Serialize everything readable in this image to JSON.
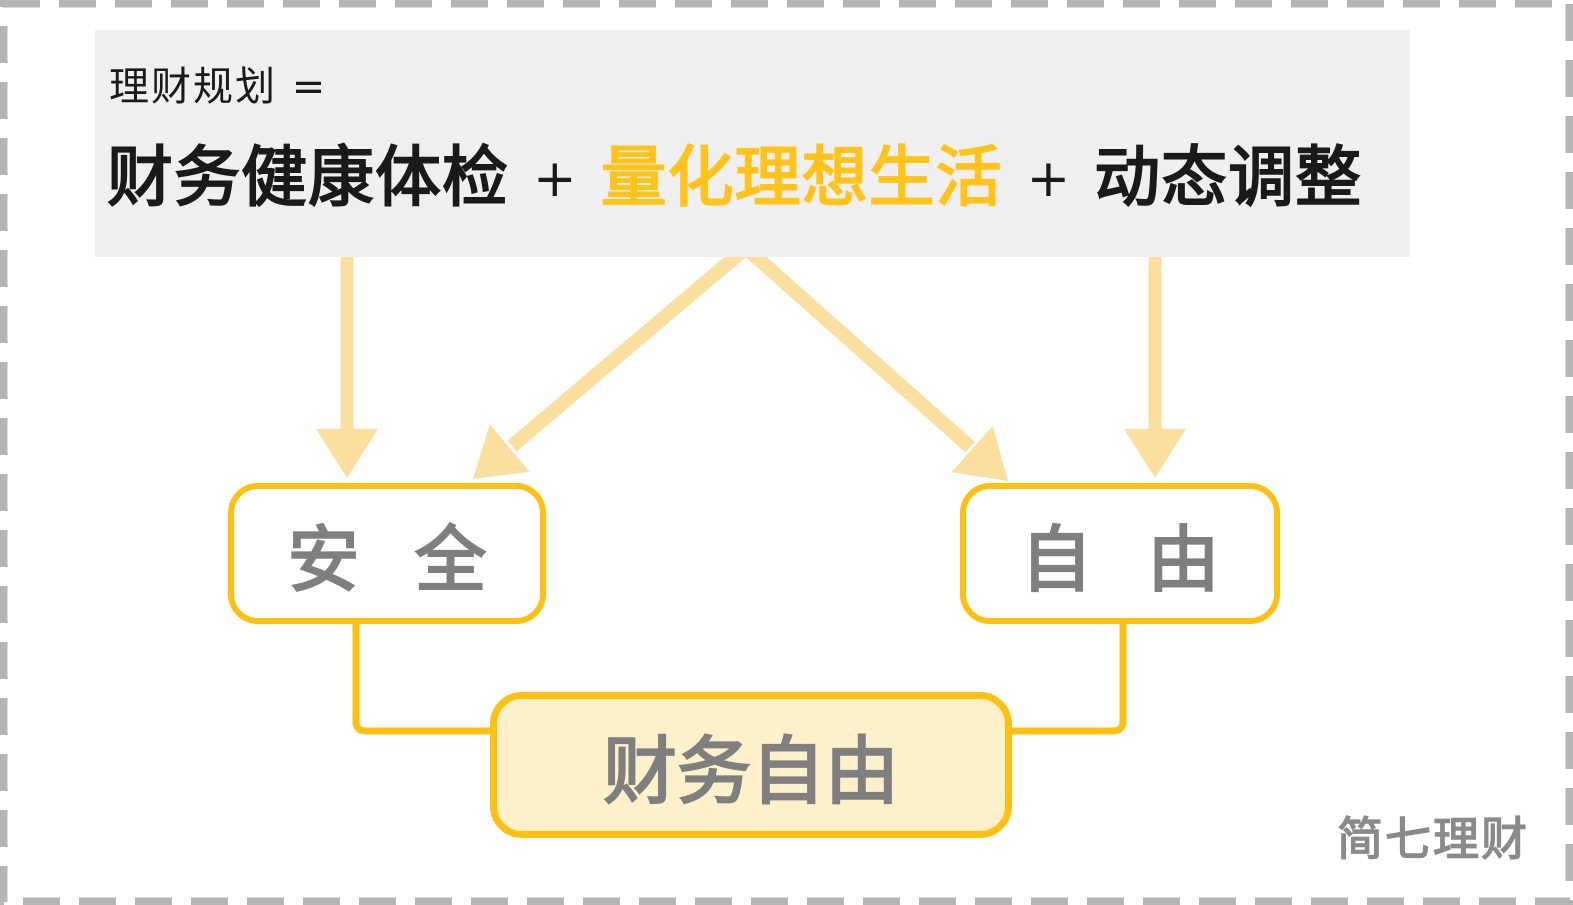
{
  "header": {
    "title_prefix": "理财规划 =",
    "equation": {
      "term1": "财务健康体检",
      "operator1": "+",
      "term2": "量化理想生活",
      "operator2": "+",
      "term3": "动态调整"
    }
  },
  "nodes": {
    "safety": {
      "label": "安 全"
    },
    "freedom": {
      "label": "自 由"
    },
    "financial_freedom": {
      "label": "财务自由"
    }
  },
  "edges": [
    {
      "from": "财务健康体检",
      "to": "安 全",
      "style": "straight-arrow"
    },
    {
      "from": "量化理想生活",
      "to": "安 全",
      "style": "diagonal-arrow"
    },
    {
      "from": "量化理想生活",
      "to": "自 由",
      "style": "diagonal-arrow"
    },
    {
      "from": "动态调整",
      "to": "自 由",
      "style": "straight-arrow"
    },
    {
      "from": "安 全",
      "to": "财务自由",
      "style": "elbow-connector"
    },
    {
      "from": "自 由",
      "to": "财务自由",
      "style": "elbow-connector"
    }
  ],
  "watermark": "简七理财",
  "colors": {
    "accent_yellow": "#FFC012",
    "highlight_text": "#FFC319",
    "arrow_light": "#FADF9E",
    "header_bg": "#EFEFEF",
    "node_text": "#7F7F7F",
    "bottom_node_bg": "#FDF1CB",
    "dashed_border": "#B5B5B5",
    "watermark_gray": "#8A8A8A",
    "heading_text": "#1A1A1A"
  }
}
